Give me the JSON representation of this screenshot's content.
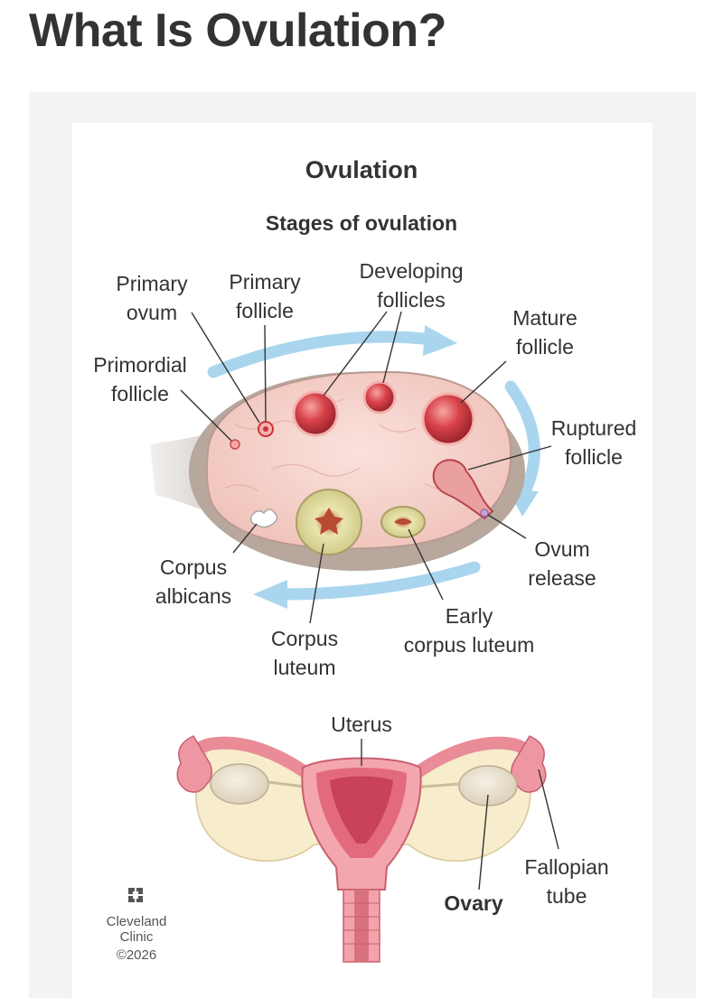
{
  "page": {
    "title": "What Is Ovulation?"
  },
  "diagram": {
    "title": "Ovulation",
    "subtitle": "Stages of ovulation",
    "labels": {
      "primary_ovum": [
        "Primary",
        "ovum"
      ],
      "primary_follicle": [
        "Primary",
        "follicle"
      ],
      "developing_follicles": [
        "Developing",
        "follicles"
      ],
      "mature_follicle": [
        "Mature",
        "follicle"
      ],
      "primordial_follicle": [
        "Primordial",
        "follicle"
      ],
      "ruptured_follicle": [
        "Ruptured",
        "follicle"
      ],
      "ovum_release": [
        "Ovum",
        "release"
      ],
      "corpus_albicans": [
        "Corpus",
        "albicans"
      ],
      "early_corpus_luteum": [
        "Early",
        "corpus luteum"
      ],
      "corpus_luteum": [
        "Corpus",
        "luteum"
      ],
      "uterus": "Uterus",
      "ovary": "Ovary",
      "fallopian_tube": [
        "Fallopian",
        "tube"
      ]
    },
    "credit": {
      "lines": [
        "Cleveland",
        "Clinic",
        "©2026"
      ]
    },
    "colors": {
      "ovary_fill": "#f3cfc8",
      "follicle": "#c8343a",
      "arrow": "#a9d6ee",
      "corpus": "#e6e2a4",
      "uterus": "#e98c98",
      "text": "#333333"
    }
  }
}
